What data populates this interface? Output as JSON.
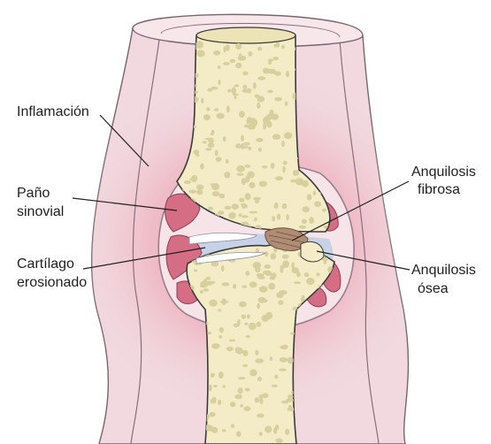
{
  "labels": {
    "inflammation": "Inflamación",
    "synovial_pannus_line1": "Paño",
    "synovial_pannus_line2": "sinovial",
    "eroded_cartilage_line1": "Cartílago",
    "eroded_cartilage_line2": "erosionado",
    "fibrous_ankylosis_line1": "Anquilosis",
    "fibrous_ankylosis_line2": "fibrosa",
    "bony_ankylosis_line1": "Anquilosis",
    "bony_ankylosis_line2": "ósea"
  },
  "colors": {
    "bone": "#f3ecc6",
    "bone_pore": "#d8cf9f",
    "bone_outline": "#3a3a3a",
    "soft_tissue": "#f1d9df",
    "inflammation_glow": "#e9a0b0",
    "pannus": "#d56e84",
    "capsule_outline": "#9a7f8a",
    "joint_space": "#c8d2e6",
    "fibrous_tissue": "#b08c74",
    "text": "#231f20"
  }
}
